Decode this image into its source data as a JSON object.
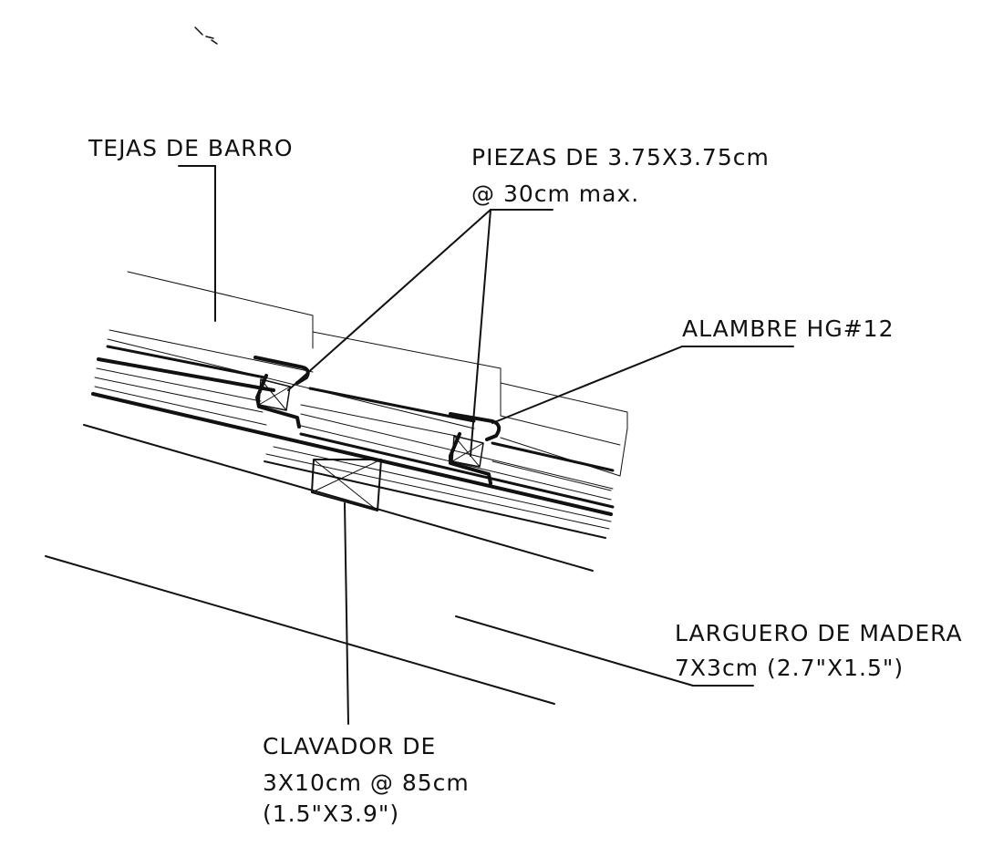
{
  "labels": {
    "tejas": "TEJAS DE BARRO",
    "piezas_line1": "PIEZAS DE 3.75X3.75cm",
    "piezas_line2": "@ 30cm max.",
    "alambre": "ALAMBRE HG#12",
    "larguero_line1": "LARGUERO DE MADERA",
    "larguero_line2": "7X3cm (2.7\"X1.5\")",
    "clavador_line1": "CLAVADOR DE",
    "clavador_line2": "3X10cm @ 85cm",
    "clavador_line3": "(1.5\"X3.9\")"
  },
  "colors": {
    "ink": "#111111",
    "background": "#ffffff"
  }
}
